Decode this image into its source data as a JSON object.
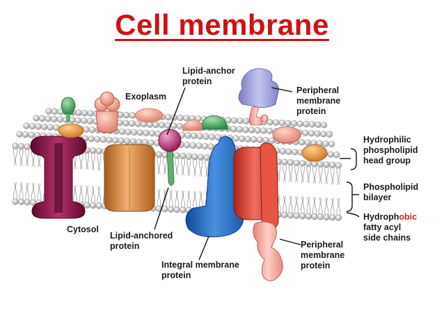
{
  "title": "Cell membrane",
  "labels": {
    "exoplasm": "Exoplasm",
    "cytosol": "Cytosol",
    "lipid_anchor_protein": [
      "Lipid-anchor",
      "protein"
    ],
    "peripheral_top": [
      "Peripheral",
      "membrane",
      "protein"
    ],
    "hydrophilic": [
      "Hydrophilic",
      "phospholipid",
      "head group"
    ],
    "bilayer": [
      "Phospholipid",
      "bilayer"
    ],
    "hydrophobic_prefix": "Hydroph",
    "hydrophobic_suffix": "obic",
    "hydrophobic_rest": [
      "fatty acyl",
      "side chains"
    ],
    "lipid_anchored": [
      "Lipid-anchored",
      "protein"
    ],
    "integral": [
      "Integral membrane",
      "protein"
    ],
    "peripheral_bottom": [
      "Peripheral",
      "membrane",
      "protein"
    ]
  },
  "colors": {
    "title": "#d01010",
    "highlight": "#e02020",
    "head_group": "#d9d9d9",
    "channel": "#8a1a4a",
    "integral": "#2b6fc0",
    "red_protein": "#e04a3a",
    "peripheral": "#9d9fd8",
    "pink_protein": "#f2a8a0",
    "orange_protein": "#d88a40",
    "green_protein": "#3fa060"
  }
}
